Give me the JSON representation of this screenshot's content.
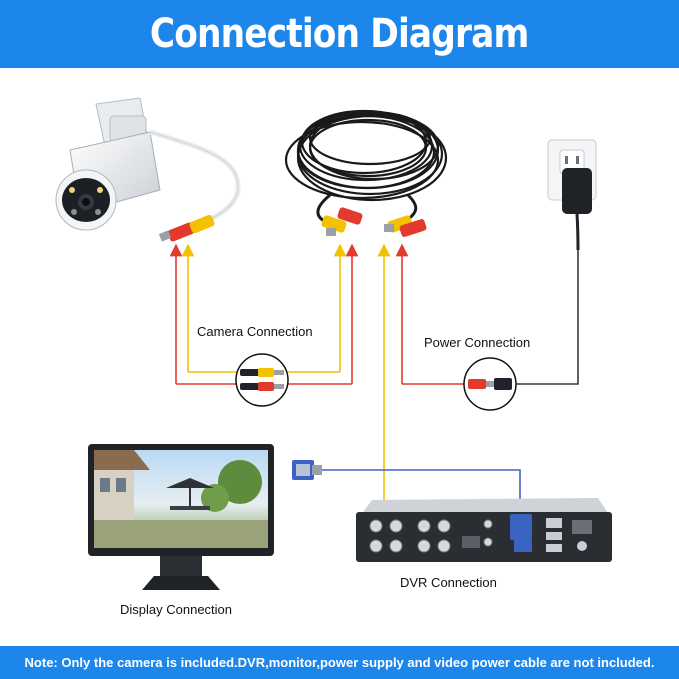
{
  "header": {
    "title": "Connection Diagram"
  },
  "labels": {
    "camera_connection": "Camera Connection",
    "power_connection": "Power Connection",
    "dvr_connection": "DVR Connection",
    "display_connection": "Display Connection"
  },
  "footer": {
    "note": "Note: Only the camera is included.DVR,monitor,power supply and video power cable are not included."
  },
  "colors": {
    "brand_blue": "#1d86ea",
    "video_wire": "#f2c200",
    "power_wire": "#e23b2e",
    "dark_wire": "#3a3a3a",
    "vga_wire": "#3a63c2"
  }
}
